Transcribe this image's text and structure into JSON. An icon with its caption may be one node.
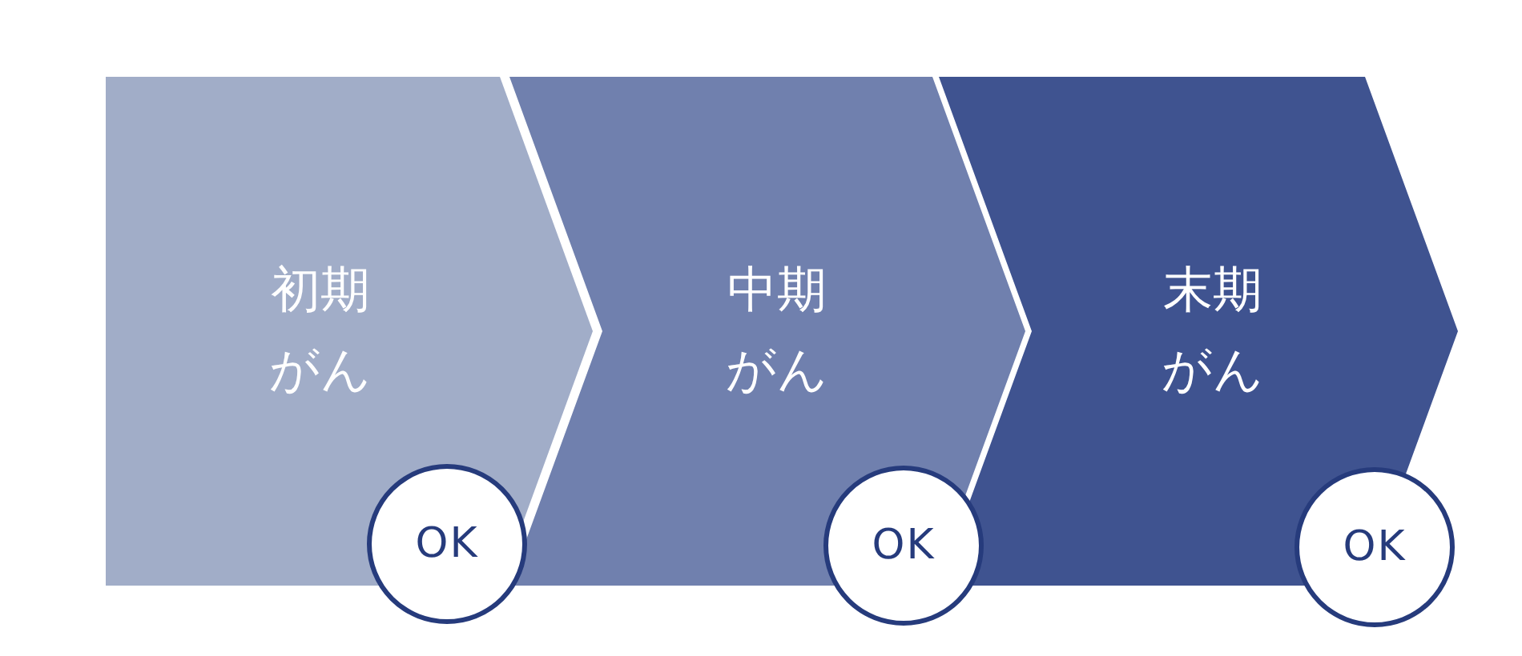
{
  "diagram": {
    "nodes": [
      {
        "text": [
          "初期がん"
        ]
      },
      {
        "text": [
          "OK"
        ]
      },
      {
        "text": [
          "中期がん"
        ]
      },
      {
        "text": [
          "OK"
        ]
      },
      {
        "text": [
          "末期がん"
        ]
      },
      {
        "text": [
          "OK"
        ]
      }
    ]
  }
}
